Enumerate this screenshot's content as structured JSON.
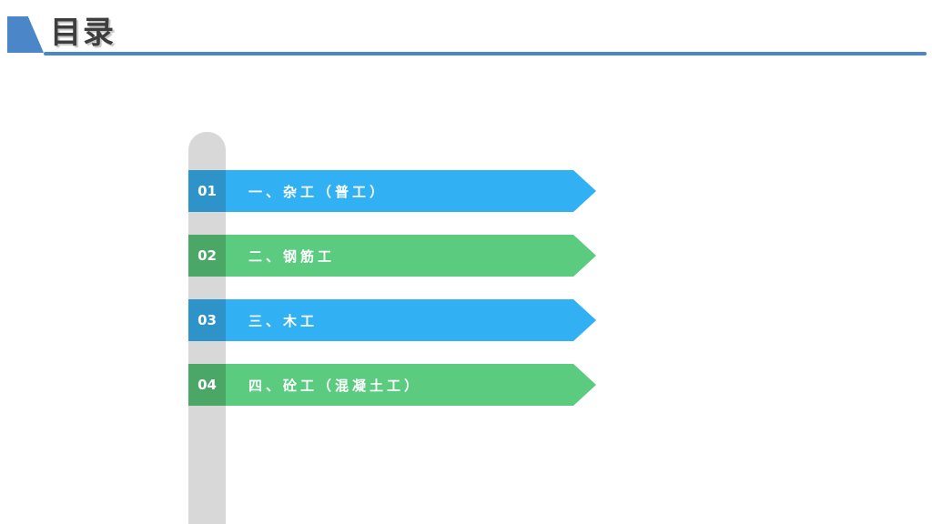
{
  "slide": {
    "title": "目录"
  },
  "toc": {
    "items": [
      {
        "number": "01",
        "label": "一、杂工（普工）",
        "accent": "blue"
      },
      {
        "number": "02",
        "label": "二、钢筋工",
        "accent": "green"
      },
      {
        "number": "03",
        "label": "三、木工",
        "accent": "blue"
      },
      {
        "number": "04",
        "label": "四、砼工（混凝土工）",
        "accent": "green"
      }
    ]
  },
  "colors": {
    "accent_blue": "#4a86c8",
    "item_blue": "#31b1f4",
    "item_blue_dark": "#2d93c9",
    "item_green": "#5bcb80",
    "item_green_dark": "#4aa766",
    "rail_gray": "#d8d8d8",
    "title_text": "#3d3d3d"
  }
}
